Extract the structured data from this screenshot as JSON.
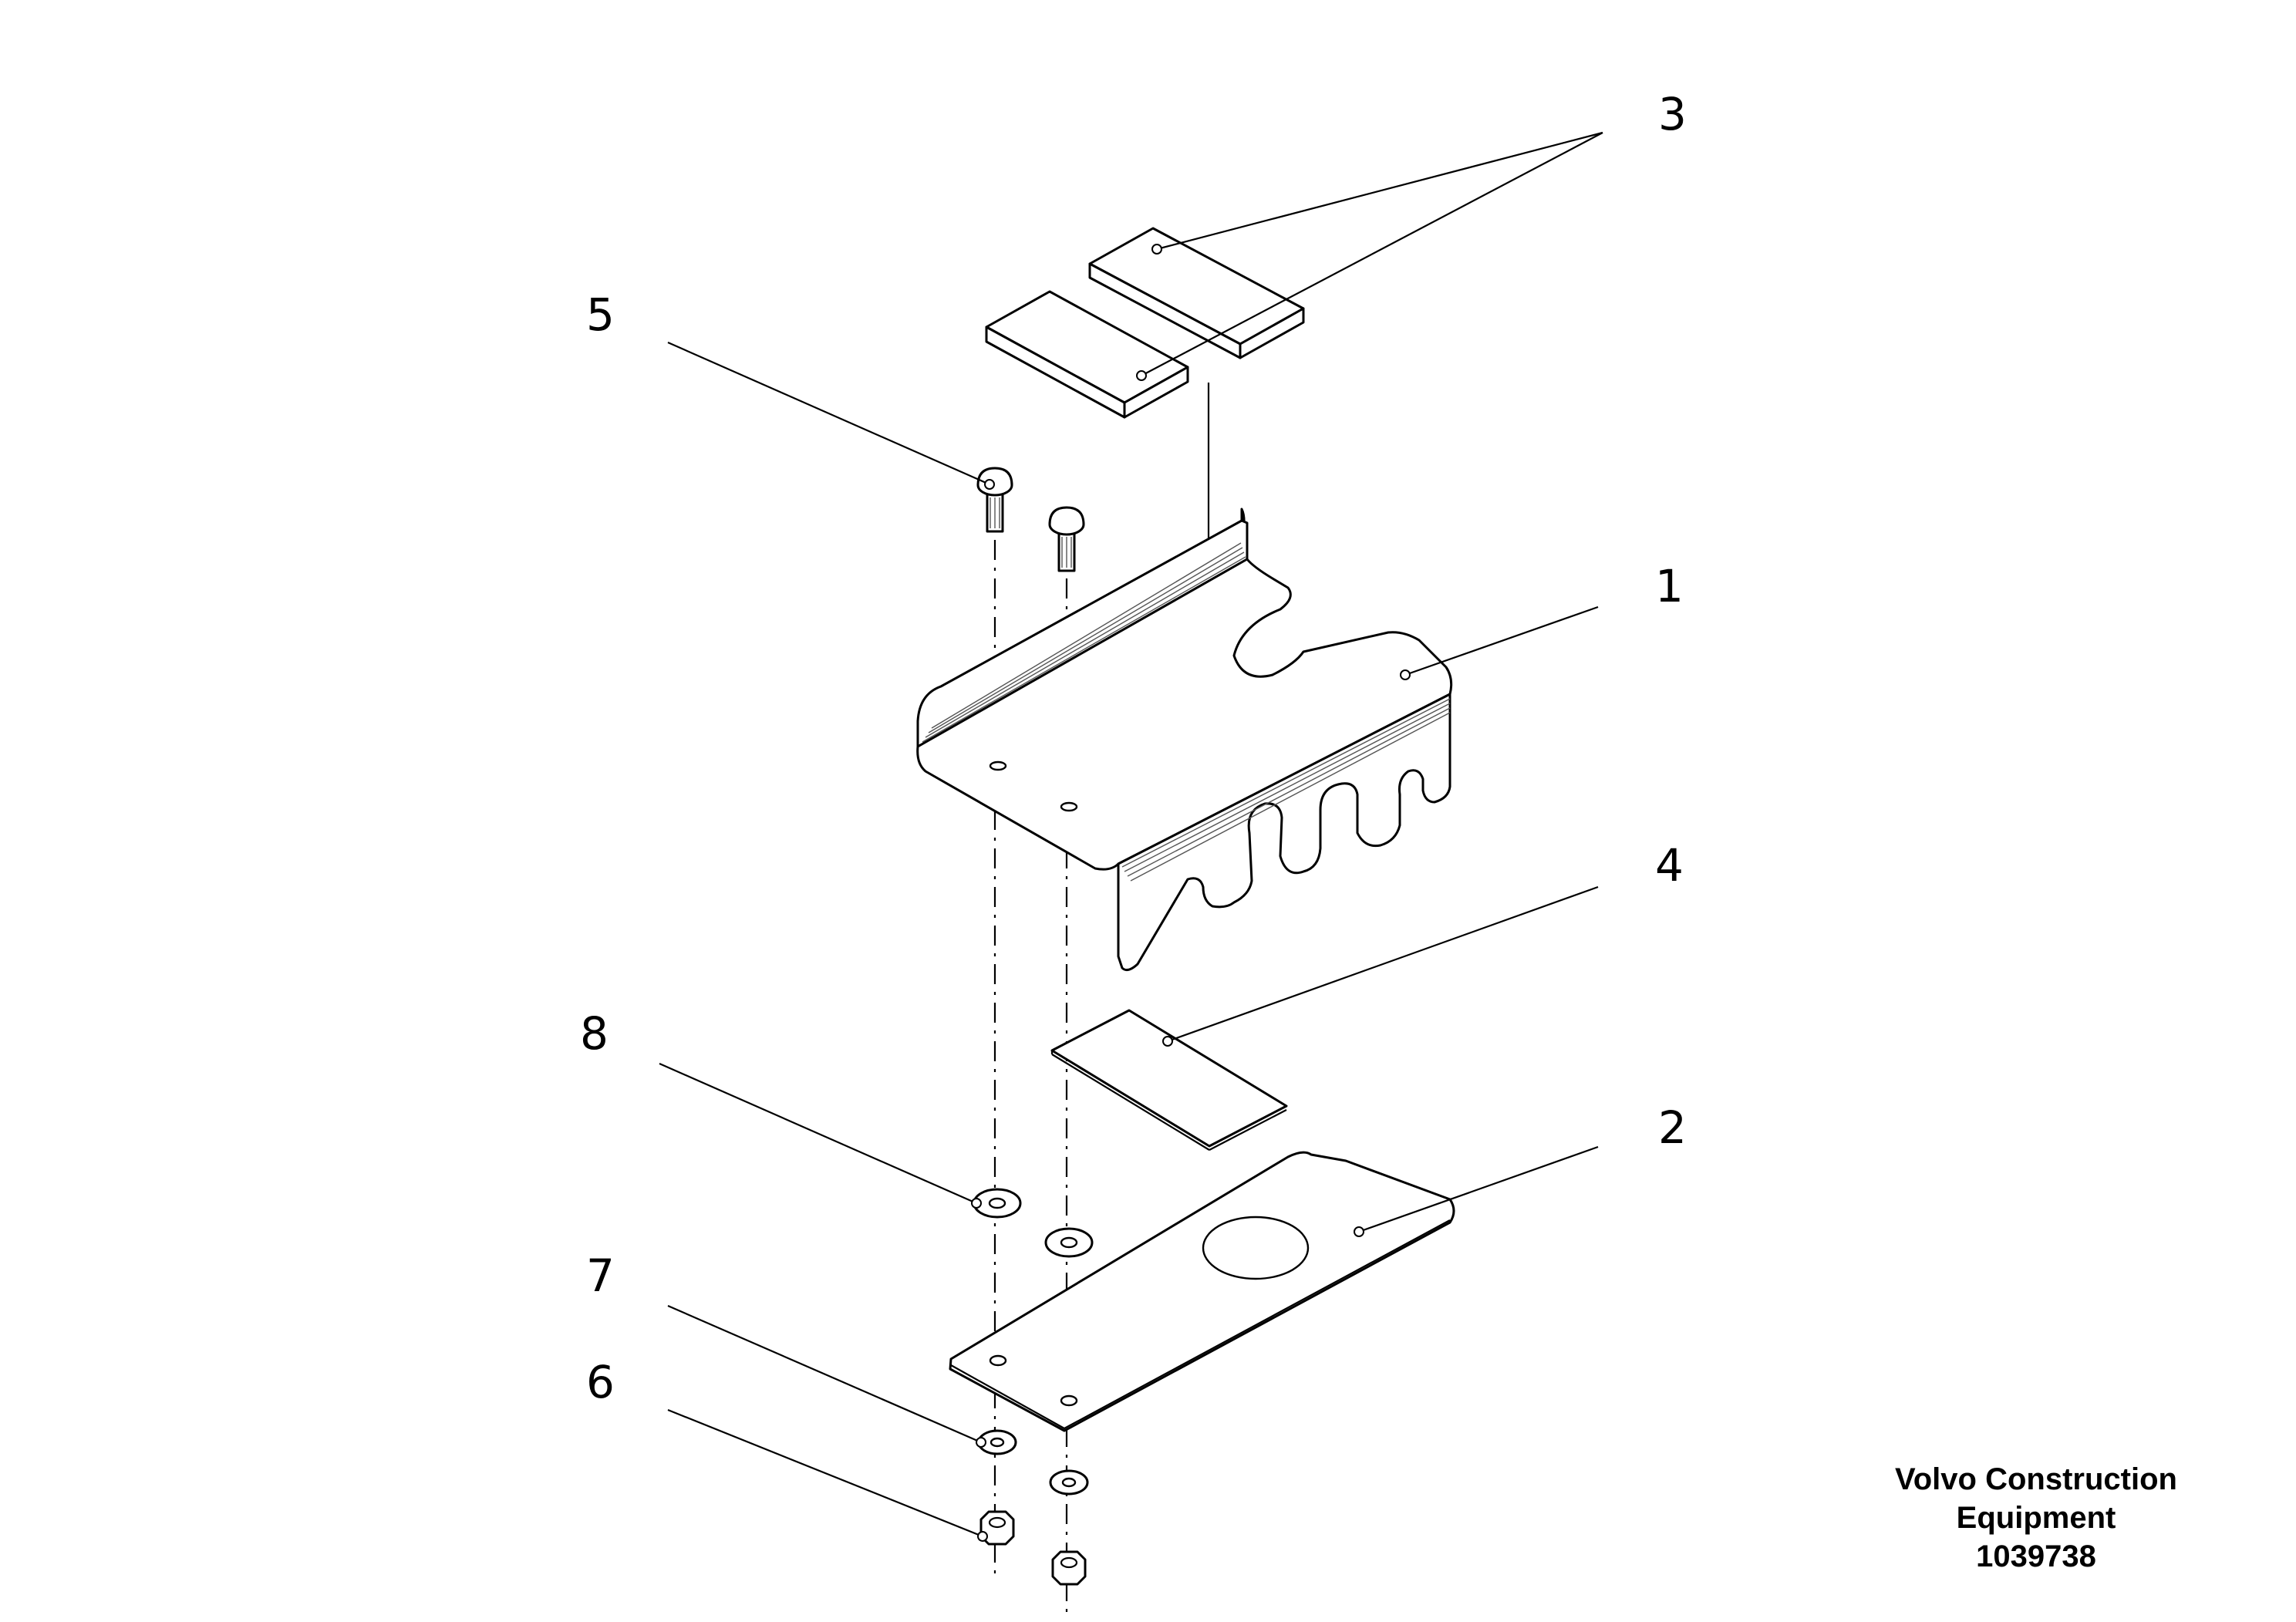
{
  "diagram": {
    "callouts": {
      "c1": "1",
      "c2": "2",
      "c3": "3",
      "c4": "4",
      "c5": "5",
      "c6": "6",
      "c7": "7",
      "c8": "8"
    }
  },
  "title_block": {
    "line1": "Volvo Construction",
    "line2": "Equipment",
    "doc_number": "1039738"
  }
}
